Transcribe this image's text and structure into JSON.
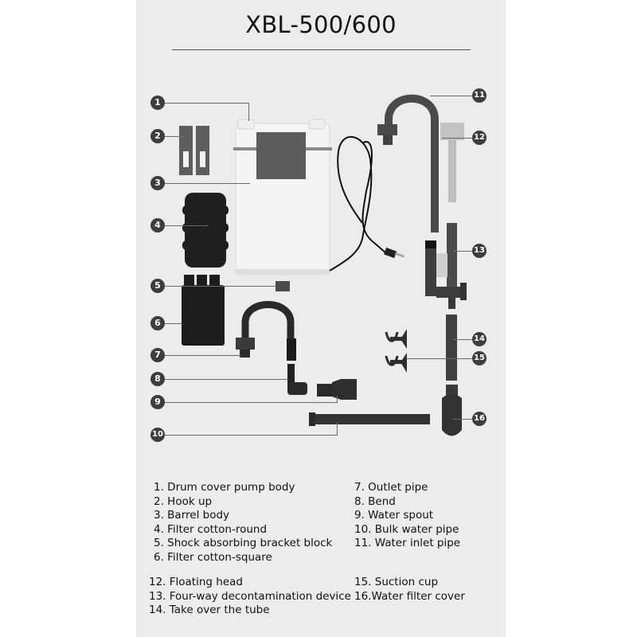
{
  "title": "XBL-500/600",
  "colors": {
    "page_background": "#ffffff",
    "panel_background": "#ececec",
    "callout_fill": "#3d3d3d",
    "leader_line": "#6a6a6a",
    "part_dark": "#2e2e2e",
    "part_body": "#f2f2f2",
    "part_gray": "#5a5a5a"
  },
  "callouts": [
    {
      "n": "1",
      "part": "Drum cover pump body"
    },
    {
      "n": "2",
      "part": "Hook up"
    },
    {
      "n": "3",
      "part": "Barrel body"
    },
    {
      "n": "4",
      "part": "Filter cotton-round"
    },
    {
      "n": "5",
      "part": "Shock absorbing bracket block"
    },
    {
      "n": "6",
      "part": "Filter cotton-square"
    },
    {
      "n": "7",
      "part": "Outlet pipe"
    },
    {
      "n": "8",
      "part": "Bend"
    },
    {
      "n": "9",
      "part": "Water spout"
    },
    {
      "n": "10",
      "part": "Bulk water pipe"
    },
    {
      "n": "11",
      "part": "Water inlet pipe"
    },
    {
      "n": "12",
      "part": "Floating head"
    },
    {
      "n": "13",
      "part": "Four-way decontamination device"
    },
    {
      "n": "14",
      "part": "Take over the tube"
    },
    {
      "n": "15",
      "part": "Suction cup"
    },
    {
      "n": "16",
      "part": "Water filter cover"
    }
  ],
  "legend": {
    "group1_left": [
      "1. Drum cover pump body",
      "2. Hook up",
      "3. Barrel body",
      "4. Filter cotton-round",
      "5. Shock absorbing bracket block",
      "6. Filter cotton-square"
    ],
    "group1_right": [
      "7. Outlet pipe",
      "8. Bend",
      "9. Water spout",
      "10. Bulk water pipe",
      "11. Water inlet pipe"
    ],
    "group2_left": [
      "12. Floating head",
      "13. Four-way decontamination device",
      "14. Take over the tube"
    ],
    "group2_right": [
      "15. Suction cup",
      "16.Water filter cover"
    ]
  }
}
